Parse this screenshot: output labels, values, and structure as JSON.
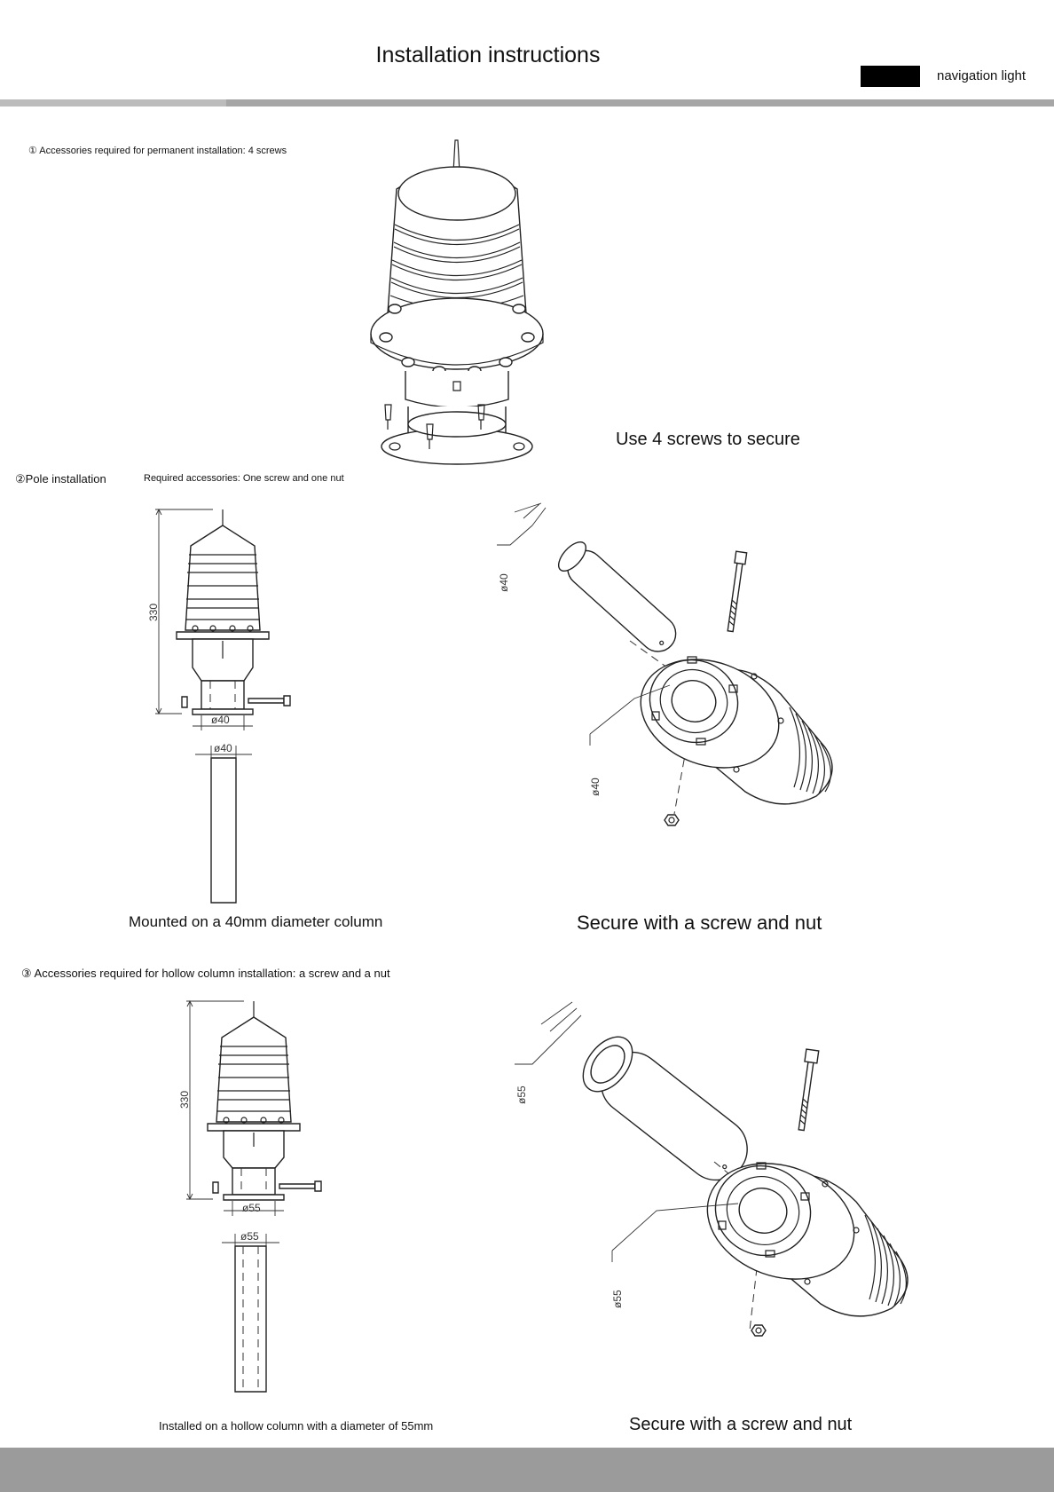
{
  "header": {
    "title": "Installation instructions",
    "brand_label": "navigation light"
  },
  "section1": {
    "heading": "① Accessories required for permanent installation: 4 screws",
    "caption": "Use 4 screws to secure"
  },
  "section2": {
    "heading": "②Pole installation",
    "accessories": "Required accessories: One screw and one nut",
    "left_caption": "Mounted on a 40mm diameter column",
    "right_caption": "Secure with a screw and nut",
    "dim_height": "330",
    "dim_base": "ø40",
    "dim_column": "ø40",
    "dim_iso_pipe": "ø40",
    "dim_iso_hole": "ø40"
  },
  "section3": {
    "heading": "③ Accessories required for hollow column installation: a screw and a nut",
    "left_caption": "Installed on a hollow column with a diameter of 55mm",
    "right_caption": "Secure with a screw and nut",
    "dim_height": "330",
    "dim_base": "ø55",
    "dim_column": "ø55",
    "dim_iso_pipe": "ø55",
    "dim_iso_hole": "ø55"
  }
}
